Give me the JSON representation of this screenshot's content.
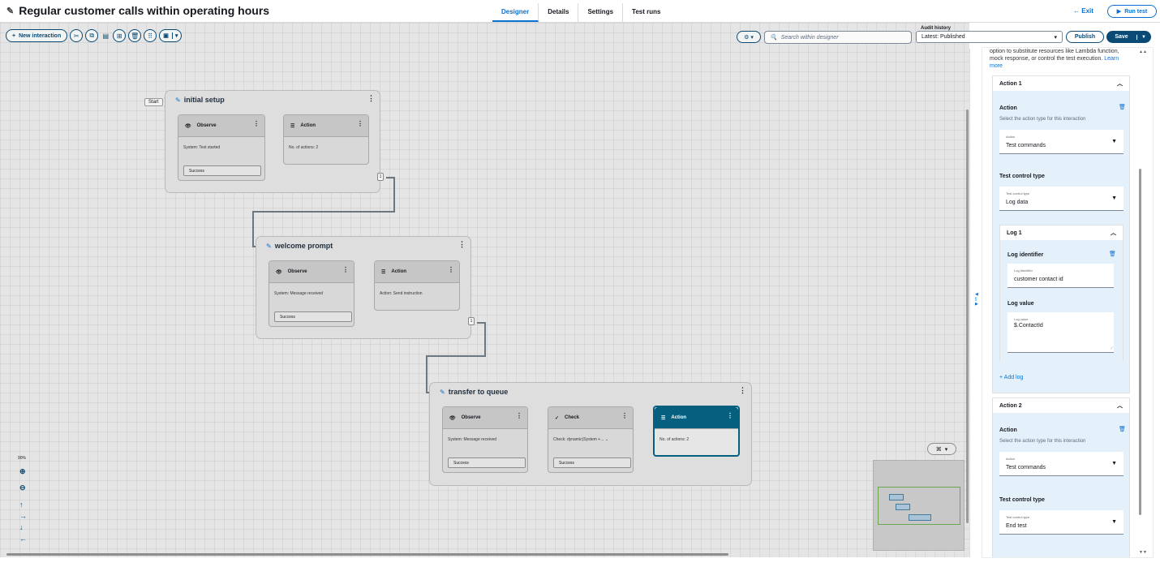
{
  "header": {
    "title": "Regular customer calls within operating hours",
    "tabs": [
      "Designer",
      "Details",
      "Settings",
      "Test runs"
    ],
    "exit_label": "Exit",
    "run_test_label": "Run test"
  },
  "toolbar": {
    "new_interaction_label": "New interaction",
    "search_placeholder": "Search within designer",
    "audit_label": "Audit history",
    "audit_value": "Latest: Published",
    "publish_label": "Publish",
    "save_label": "Save"
  },
  "canvas": {
    "start_label": "Start",
    "zoom_level": "90%",
    "groups": [
      {
        "title": "initial setup",
        "cards": [
          {
            "title": "Observe",
            "body": "System: Test started",
            "output": "Success"
          },
          {
            "title": "Action",
            "body": "No. of actions: 2"
          }
        ],
        "badge": "1"
      },
      {
        "title": "welcome prompt",
        "cards": [
          {
            "title": "Observe",
            "body": "System: Message received",
            "output": "Success"
          },
          {
            "title": "Action",
            "body": "Action: Send instruction"
          }
        ],
        "badge": "1"
      },
      {
        "title": "transfer to queue",
        "cards": [
          {
            "title": "Observe",
            "body": "System: Message received",
            "output": "Success"
          },
          {
            "title": "Check",
            "body": "Check: dynamic(System +...",
            "output": "Success"
          },
          {
            "title": "Action",
            "body": "No. of actions: 2"
          }
        ]
      }
    ]
  },
  "panel": {
    "description": "option to substitute resources like Lambda function, mock response, or control the test execution.",
    "learn_more": "Learn more",
    "action1": {
      "header": "Action 1",
      "action_label": "Action",
      "action_help": "Select the action type for this interaction",
      "action_select_label": "Action",
      "action_select_value": "Test commands",
      "control_label": "Test control type",
      "control_select_label": "Test control type",
      "control_select_value": "Log data",
      "log": {
        "header": "Log 1",
        "id_label": "Log identifier",
        "id_field_label": "Log identifier",
        "id_value": "customer contact id",
        "value_label": "Log value",
        "value_field_label": "Log value",
        "value_value": "$.ContactId"
      },
      "add_log": "+ Add log"
    },
    "action2": {
      "header": "Action 2",
      "action_label": "Action",
      "action_help": "Select the action type for this interaction",
      "action_select_label": "Action",
      "action_select_value": "Test commands",
      "control_label": "Test control type",
      "control_select_label": "Test control type",
      "control_select_value": "End test"
    }
  }
}
